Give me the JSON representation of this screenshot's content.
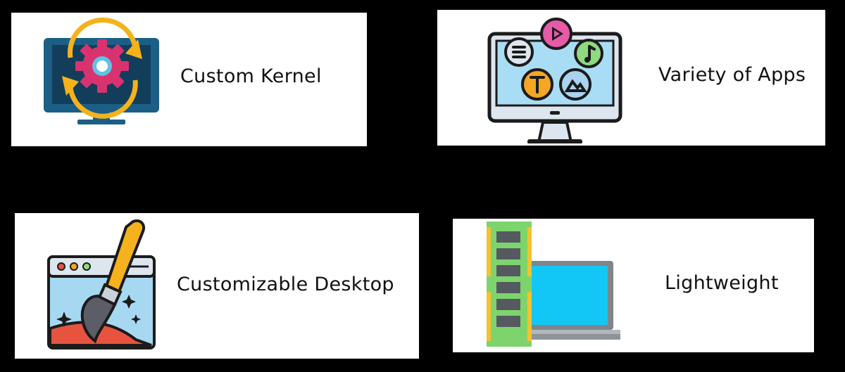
{
  "cards": [
    {
      "label": "Custom Kernel",
      "icon": "monitor-gear-sync-icon"
    },
    {
      "label": "Variety of Apps",
      "icon": "monitor-apps-icon"
    },
    {
      "label": "Customizable Desktop",
      "icon": "browser-paintbrush-icon"
    },
    {
      "label": "Lightweight",
      "icon": "ram-laptop-icon"
    }
  ],
  "colors": {
    "background": "#000000",
    "card": "#ffffff",
    "text": "#111111"
  }
}
